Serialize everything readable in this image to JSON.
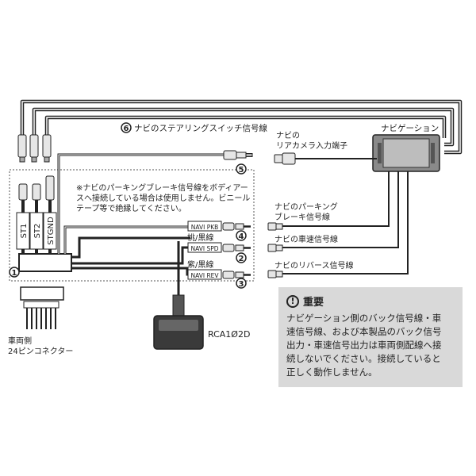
{
  "labels": {
    "steering": "ナビのステアリングスイッチ信号線",
    "rear_camera_line1": "ナビの",
    "rear_camera_line2": "リアカメラ入力端子",
    "navigation": "ナビゲーション",
    "parking_line1": "ナビのパーキング",
    "parking_line2": "ブレーキ信号線",
    "speed": "ナビの車速信号線",
    "reverse": "ナビのリバース信号線",
    "navi_pkb": "NAVI PKB",
    "navi_spd": "NAVI SPD",
    "navi_rev": "NAVI REV",
    "pink_black": "桃/黒線",
    "purple_black": "紫/黒線",
    "st1": "ST1",
    "st2": "ST2",
    "stgnd": "STGND",
    "device_name": "RCA1Ø2D",
    "vehicle_line1": "車両側",
    "vehicle_line2": "24ピンコネクター"
  },
  "numbers": {
    "n1": "1",
    "n2": "2",
    "n3": "3",
    "n4": "4",
    "n5": "5",
    "n6": "6"
  },
  "caution": "※ナビのパーキングブレーキ信号線をボディアー\nスへ接続している場合は使用しません。ビニール\nテープ等で絶縁してください。",
  "note": {
    "title": "重要",
    "icon_symbol": "!",
    "text": "ナビゲーション側のバック信号線・車\n速信号線、および本製品のバック信号\n出力・車速信号出力は車両側配線へ接\n続しないでください。接続していると\n正しく動作しません。"
  }
}
